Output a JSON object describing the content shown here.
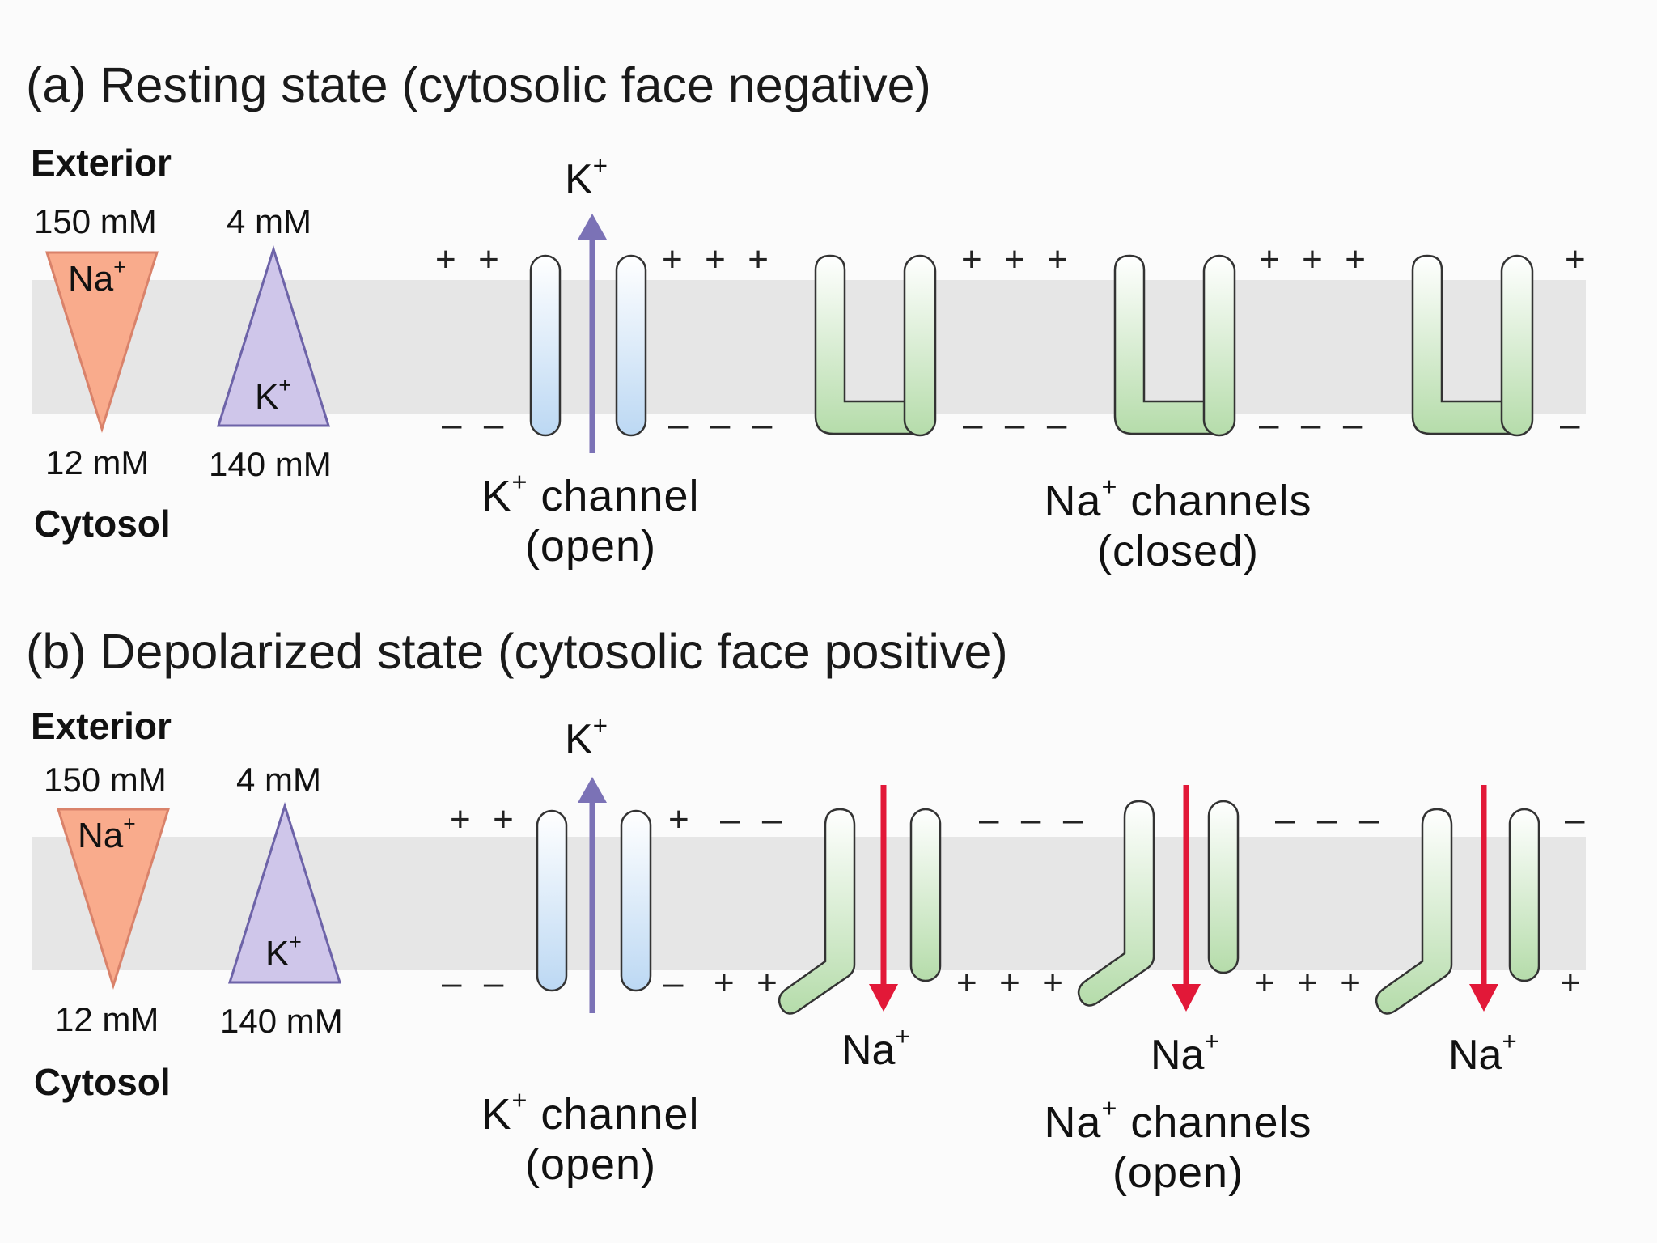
{
  "panel_a": {
    "title": "(a) Resting state (cytosolic face negative)",
    "exterior": "Exterior",
    "cytosol": "Cytosol",
    "na_ext": "150 mM",
    "k_ext": "4 mM",
    "na_cyt": "12 mM",
    "k_cyt": "140 mM",
    "na_symbol": "Na",
    "k_symbol": "K",
    "plus": "+",
    "k_ion": "K",
    "k_channel_label": "K",
    "k_channel_suffix": " channel",
    "k_channel_state": "(open)",
    "na_channels_label": "Na",
    "na_channels_suffix": " channels",
    "na_channels_state": "(closed)",
    "charges_top": [
      "+  +",
      "+  +  +",
      "+  +  +",
      "+  +  +",
      "+"
    ],
    "charges_bottom": [
      "–  –",
      "–  –  –",
      "–  –  –",
      "–  –  –",
      "–"
    ]
  },
  "panel_b": {
    "title": "(b) Depolarized state (cytosolic face positive)",
    "exterior": "Exterior",
    "cytosol": "Cytosol",
    "na_ext": "150 mM",
    "k_ext": "4 mM",
    "na_cyt": "12 mM",
    "k_cyt": "140 mM",
    "na_symbol": "Na",
    "k_symbol": "K",
    "plus": "+",
    "k_ion": "K",
    "na_ion": "Na",
    "k_channel_label": "K",
    "k_channel_suffix": " channel",
    "k_channel_state": "(open)",
    "na_channels_label": "Na",
    "na_channels_suffix": " channels",
    "na_channels_state": "(open)",
    "charges_top": [
      "+  +",
      "+",
      "–  –",
      "–  –  –",
      "–  –  –",
      "–"
    ],
    "charges_bottom": [
      "–  –",
      "–",
      "+  +",
      "+  +  +",
      "+  +  +",
      "+"
    ]
  },
  "colors": {
    "na_triangle": "#f9ab8c",
    "k_triangle": "#cfc6ea",
    "k_channel": "#cfe3f7",
    "na_channel": "#c8e6c0",
    "k_arrow": "#7b72b6",
    "na_arrow": "#e21838",
    "membrane": "#e6e6e6"
  }
}
